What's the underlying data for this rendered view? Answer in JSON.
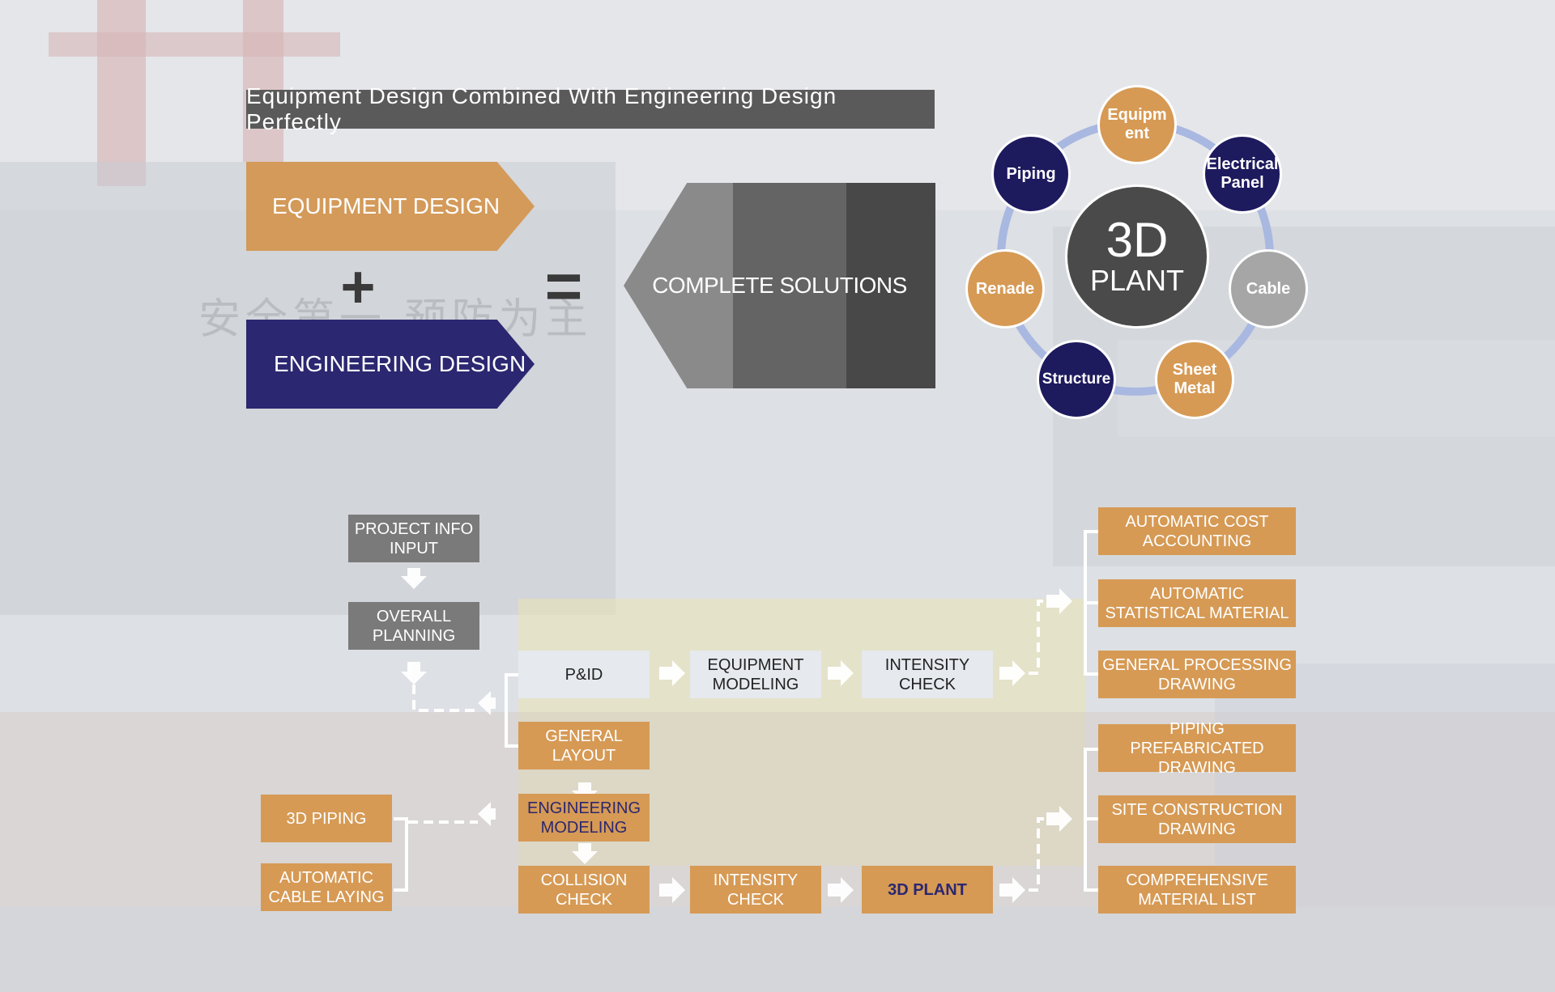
{
  "header": {
    "title": "Equipment Design Combined With Engineering Design Perfectly"
  },
  "formula": {
    "equipment_design": "EQUIPMENT DESIGN",
    "engineering_design": "ENGINEERING DESIGN",
    "plus": "+",
    "equals": "=",
    "result": "COMPLETE SOLUTIONS"
  },
  "background_text": "安全第一 预防为主",
  "plant_wheel": {
    "center_top": "3D",
    "center_bottom": "PLANT",
    "nodes": [
      {
        "id": "equipment",
        "label": "Equipm ent"
      },
      {
        "id": "electrical",
        "label": "Electrical Panel"
      },
      {
        "id": "cable",
        "label": "Cable"
      },
      {
        "id": "sheet-metal",
        "label": "Sheet Metal"
      },
      {
        "id": "structure",
        "label": "Structure"
      },
      {
        "id": "renade",
        "label": "Renade"
      },
      {
        "id": "piping",
        "label": "Piping"
      }
    ]
  },
  "flow": {
    "project_info": "PROJECT INFO INPUT",
    "overall_planning": "OVERALL PLANNING",
    "pid": "P&ID",
    "equipment_modeling": "EQUIPMENT MODELING",
    "intensity_check_top": "INTENSITY CHECK",
    "general_layout": "GENERAL LAYOUT",
    "engineering_modeling": "ENGINEERING MODELING",
    "piping_3d": "3D PIPING",
    "auto_cable": "AUTOMATIC CABLE LAYING",
    "collision_check": "COLLISION CHECK",
    "intensity_check_bottom": "INTENSITY CHECK",
    "plant_3d": "3D PLANT",
    "outputs_top": [
      "AUTOMATIC COST ACCOUNTING",
      "AUTOMATIC STATISTICAL MATERIAL",
      "GENERAL PROCESSING DRAWING"
    ],
    "outputs_bottom": [
      "PIPING PREFABRICATED DRAWING",
      "SITE CONSTRUCTION DRAWING",
      "COMPREHENSIVE MATERIAL LIST"
    ]
  },
  "colors": {
    "orange": "#d69a55",
    "navy": "#2b2770",
    "dark_gray": "#4a4a4a",
    "ring": "#a9b8e0"
  }
}
